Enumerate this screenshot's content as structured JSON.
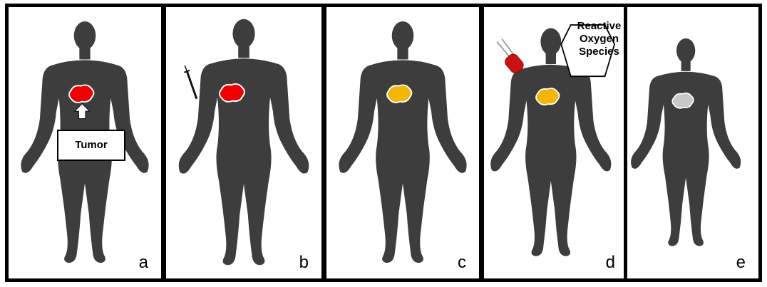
{
  "panels": [
    {
      "letter": "a",
      "tumor_color": "#ee0000"
    },
    {
      "letter": "b",
      "tumor_color": "#ee0000"
    },
    {
      "letter": "c",
      "tumor_color": "#f2b705"
    },
    {
      "letter": "d",
      "tumor_color": "#f2b705"
    },
    {
      "letter": "e",
      "tumor_color": "#c8c8c8"
    }
  ],
  "tumor_label": "Tumor",
  "ros_label": [
    "Reactive",
    "Oxygen",
    "Species"
  ],
  "colors": {
    "silhouette": "#3d3d3d",
    "border": "#000000",
    "background": "#ffffff",
    "led": "#cc1111"
  }
}
